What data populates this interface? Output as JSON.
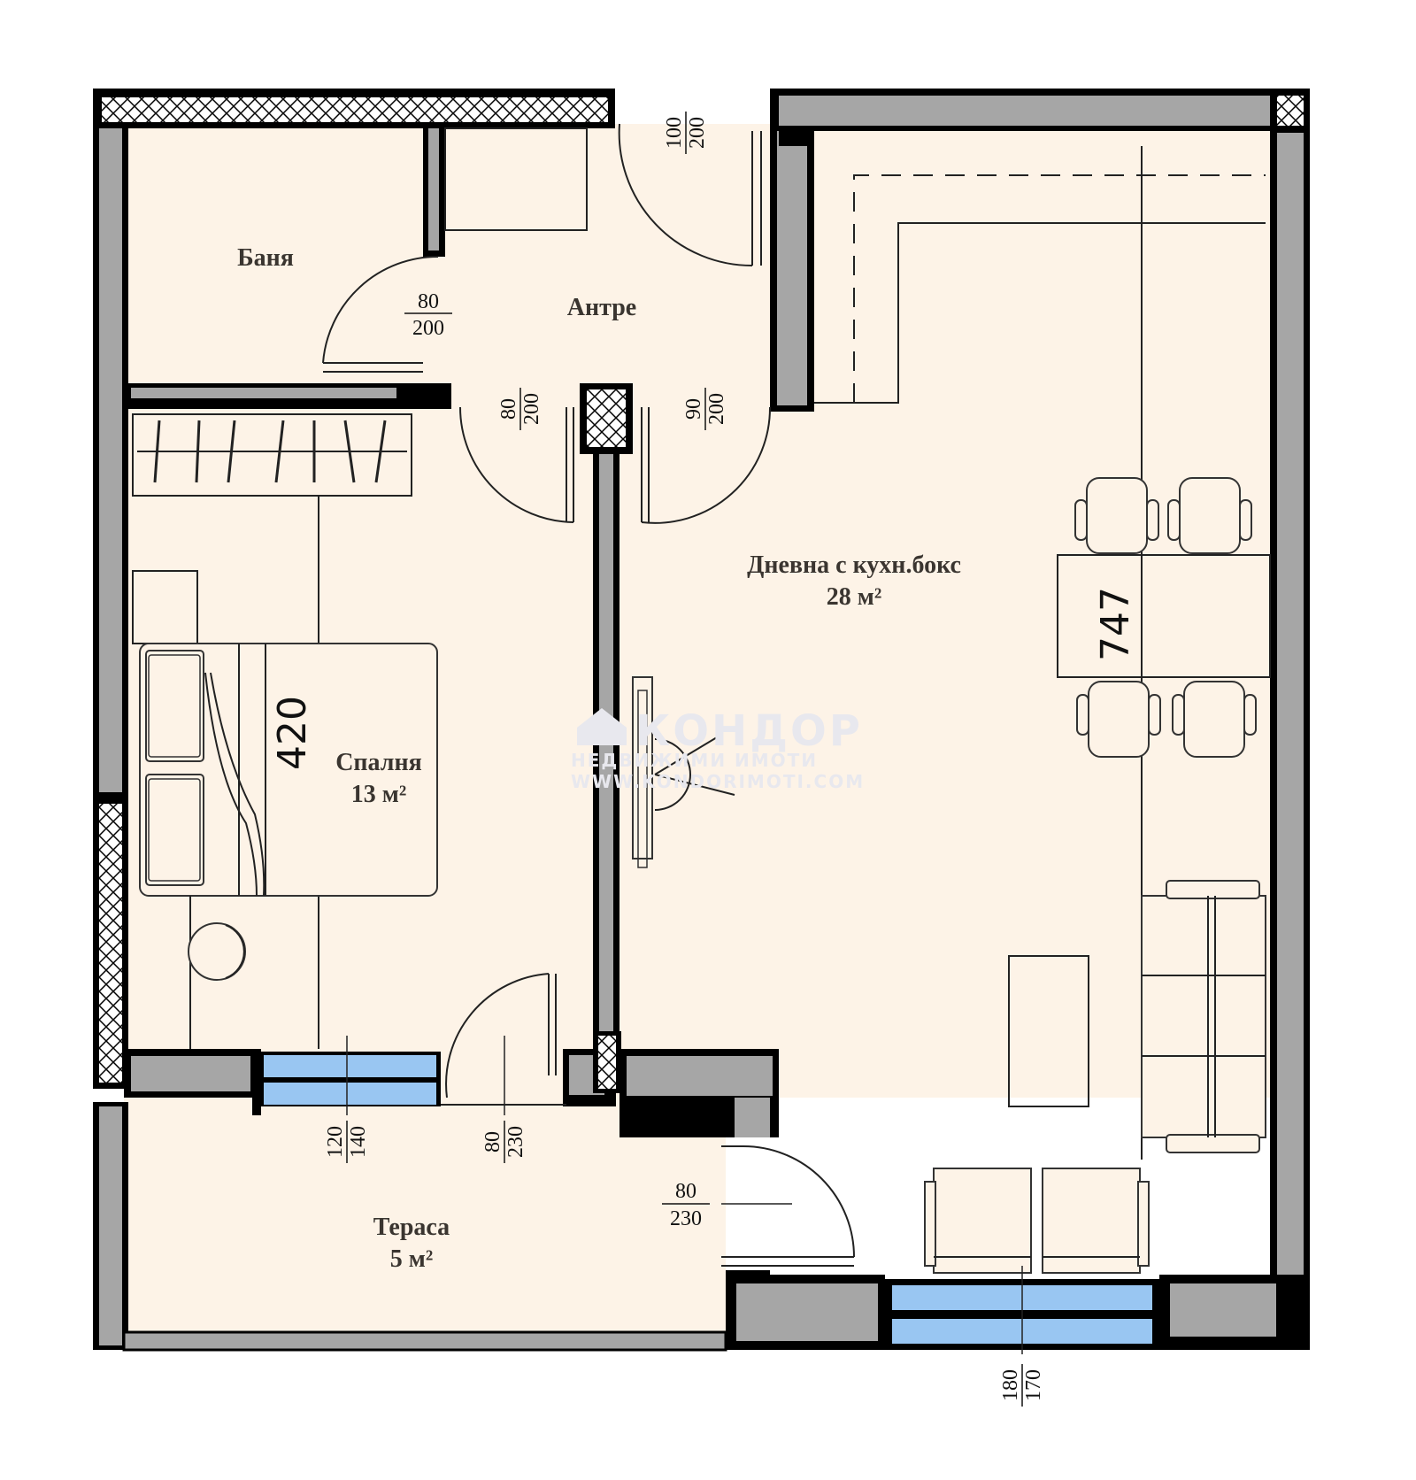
{
  "colors": {
    "floor": "#fdf3e7",
    "wall_dark": "#000000",
    "wall_grey": "#a6a6a6",
    "window_glass": "#99c6f2",
    "hatch": "#ffffff"
  },
  "rooms": {
    "bathroom": {
      "name": "Баня"
    },
    "hallway": {
      "name": "Антре"
    },
    "living": {
      "name": "Дневна с кухн.бокс",
      "area": "28 м²"
    },
    "bedroom": {
      "name": "Спалня",
      "area": "13 м²"
    },
    "terrace": {
      "name": "Тераса",
      "area": "5 м²"
    }
  },
  "dimensions": {
    "entrance_door": {
      "width": "100",
      "height": "200"
    },
    "bathroom_door": {
      "width": "80",
      "height": "200"
    },
    "bedroom_door": {
      "width": "80",
      "height": "200"
    },
    "living_door": {
      "width": "90",
      "height": "200"
    },
    "bedroom_window": {
      "width": "120",
      "height": "140"
    },
    "bedroom_terrace_door": {
      "width": "80",
      "height": "230"
    },
    "living_terrace_door": {
      "width": "80",
      "height": "230"
    },
    "living_window": {
      "width": "180",
      "height": "170"
    },
    "bedroom_length": "420",
    "living_length": "747"
  },
  "watermark": {
    "brand": "КОНДОР",
    "tagline": "НЕДВИЖИМИ ИМОТИ",
    "site": "WWW.KONDORIMOTI.COM"
  }
}
